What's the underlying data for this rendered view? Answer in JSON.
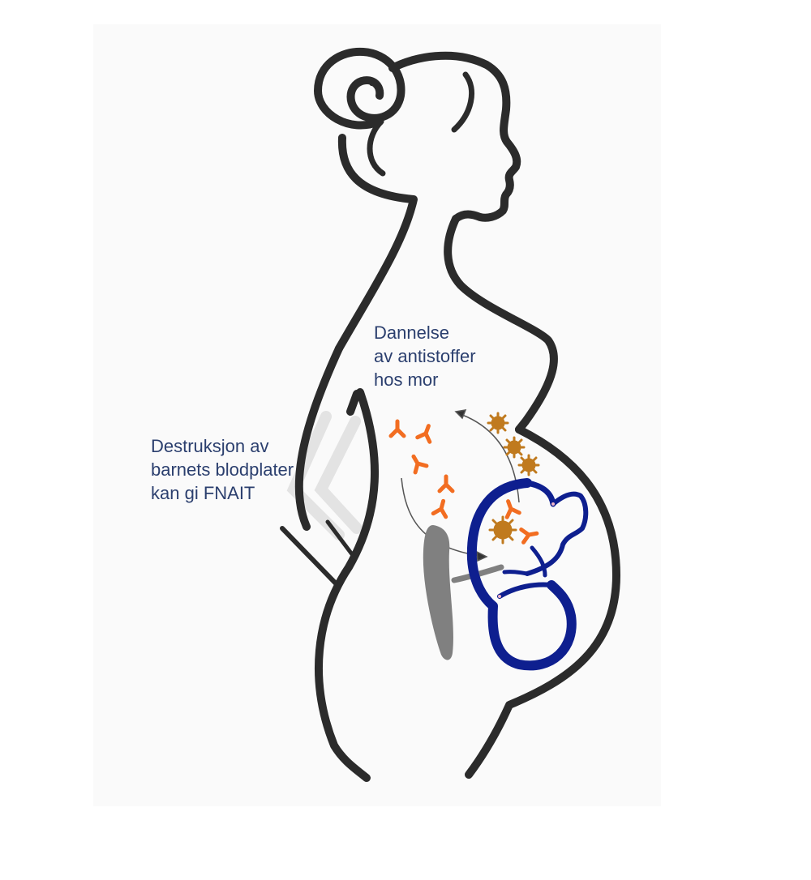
{
  "diagram": {
    "title": "FNAIT mechanism illustration",
    "labels": {
      "maternal_antibodies": {
        "lines": [
          "Dannelse",
          "av antistoffer",
          "hos mor"
        ]
      },
      "platelet_destruction": {
        "lines": [
          "Destruksjon av",
          "barnets blodplater",
          "kan gi FNAIT"
        ]
      }
    },
    "elements": [
      {
        "name": "pregnant-woman-silhouette",
        "color": "#2b2b2b"
      },
      {
        "name": "fetus",
        "color": "#0e1f8f"
      },
      {
        "name": "placenta",
        "color": "#808080"
      },
      {
        "name": "antibodies",
        "count": 7,
        "color": "#f26d21"
      },
      {
        "name": "fetal-platelets",
        "count": 4,
        "color": "#c07a1e"
      },
      {
        "name": "arrow-platelets-to-mother"
      },
      {
        "name": "arrow-antibodies-to-fetus"
      }
    ],
    "colors": {
      "text": "#2b3f6e",
      "outline": "#2b2b2b",
      "fetus": "#0e1f8f",
      "antibody": "#f26d21",
      "platelet": "#c07a1e",
      "placenta": "#808080",
      "pointer": "#e6e6e6"
    }
  }
}
